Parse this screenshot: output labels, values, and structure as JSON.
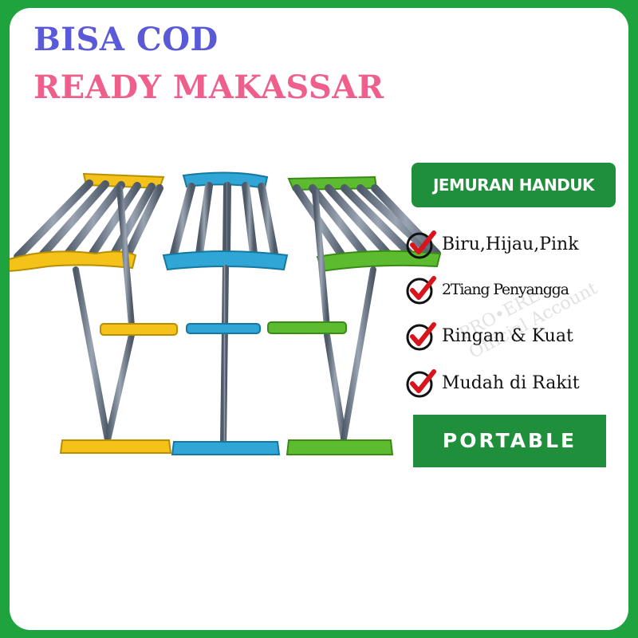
{
  "headline": {
    "line1": "BISA COD",
    "line2": "READY MAKASSAR",
    "line1_color": "#5a5ad8",
    "line2_color": "#ef5f8c"
  },
  "badge_title": "JEMURAN HANDUK",
  "features": [
    {
      "icon": "red-check-circle-icon",
      "text": "Biru,Hijau,Pink"
    },
    {
      "icon": "red-check-circle-icon",
      "text": "2Tiang Penyangga"
    },
    {
      "icon": "red-check-circle-icon",
      "text": "Ringan & Kuat"
    },
    {
      "icon": "red-check-circle-icon",
      "text": "Mudah di Rakit"
    }
  ],
  "badge_bottom": "PORTABLE",
  "watermark": "PRO•ERE\nOfficial Account",
  "colors": {
    "frame_green": "#1fa33f",
    "badge_green": "#1f8f3c",
    "check_red": "#d8141c",
    "rack_yellow": "#f5c21a",
    "rack_blue": "#2fa6d6",
    "rack_green": "#5dbb2f",
    "pole_gray": "#6f7a88"
  },
  "product": {
    "name": "towel-drying-rack",
    "variants": [
      "yellow",
      "blue",
      "green"
    ]
  }
}
